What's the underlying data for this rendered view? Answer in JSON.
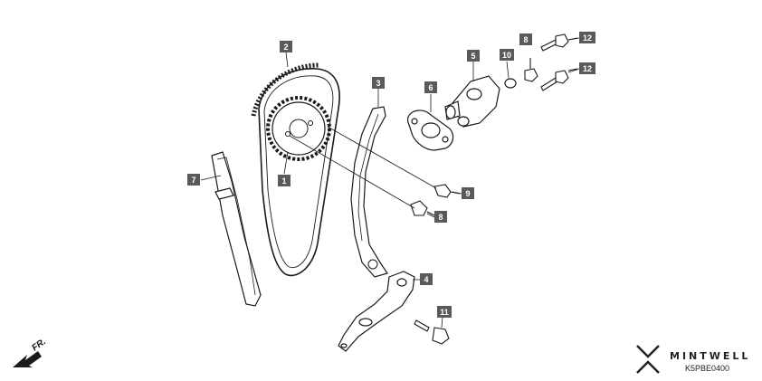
{
  "callouts": [
    {
      "id": "2",
      "label": "2"
    },
    {
      "id": "3",
      "label": "3"
    },
    {
      "id": "5",
      "label": "5"
    },
    {
      "id": "6",
      "label": "6"
    },
    {
      "id": "8",
      "label": "8"
    },
    {
      "id": "10",
      "label": "10"
    },
    {
      "id": "12a",
      "label": "12"
    },
    {
      "id": "12b",
      "label": "12"
    },
    {
      "id": "7",
      "label": "7"
    },
    {
      "id": "1",
      "label": "1"
    },
    {
      "id": "9",
      "label": "9"
    },
    {
      "id": "8b",
      "label": "8"
    },
    {
      "id": "4",
      "label": "4"
    },
    {
      "id": "11",
      "label": "11"
    }
  ],
  "watermark": {
    "brand": "MINTWELL"
  },
  "diagram_code": "K5PBE0400",
  "direction": {
    "label": "FR."
  },
  "colors": {
    "callout_fill": "#5a5a5a",
    "line": "#1a1a1a"
  }
}
